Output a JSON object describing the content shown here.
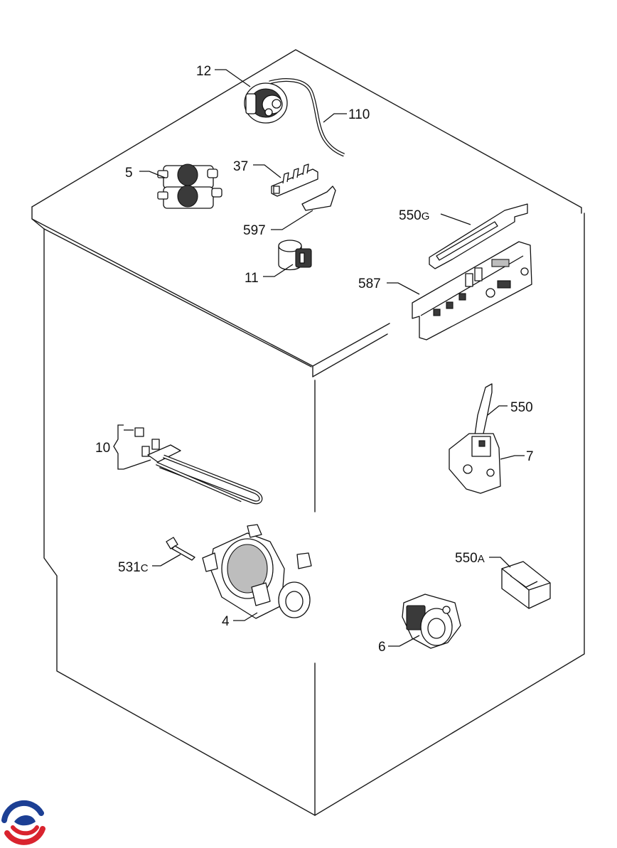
{
  "callouts": [
    {
      "id": "12",
      "text": "12",
      "suffix": ""
    },
    {
      "id": "110",
      "text": "110",
      "suffix": ""
    },
    {
      "id": "5",
      "text": "5",
      "suffix": ""
    },
    {
      "id": "37",
      "text": "37",
      "suffix": ""
    },
    {
      "id": "597",
      "text": "597",
      "suffix": ""
    },
    {
      "id": "11",
      "text": "11",
      "suffix": ""
    },
    {
      "id": "550g",
      "text": "550",
      "suffix": "G"
    },
    {
      "id": "587",
      "text": "587",
      "suffix": ""
    },
    {
      "id": "550",
      "text": "550",
      "suffix": ""
    },
    {
      "id": "7",
      "text": "7",
      "suffix": ""
    },
    {
      "id": "10",
      "text": "10",
      "suffix": ""
    },
    {
      "id": "531c",
      "text": "531",
      "suffix": "C"
    },
    {
      "id": "4",
      "text": "4",
      "suffix": ""
    },
    {
      "id": "550a",
      "text": "550",
      "suffix": "A"
    },
    {
      "id": "6",
      "text": "6",
      "suffix": ""
    }
  ],
  "colors": {
    "line": "#111111",
    "logo_red": "#d9232e",
    "logo_blue": "#1c3f94"
  },
  "logo": {
    "icon": "brand-logo-icon"
  }
}
